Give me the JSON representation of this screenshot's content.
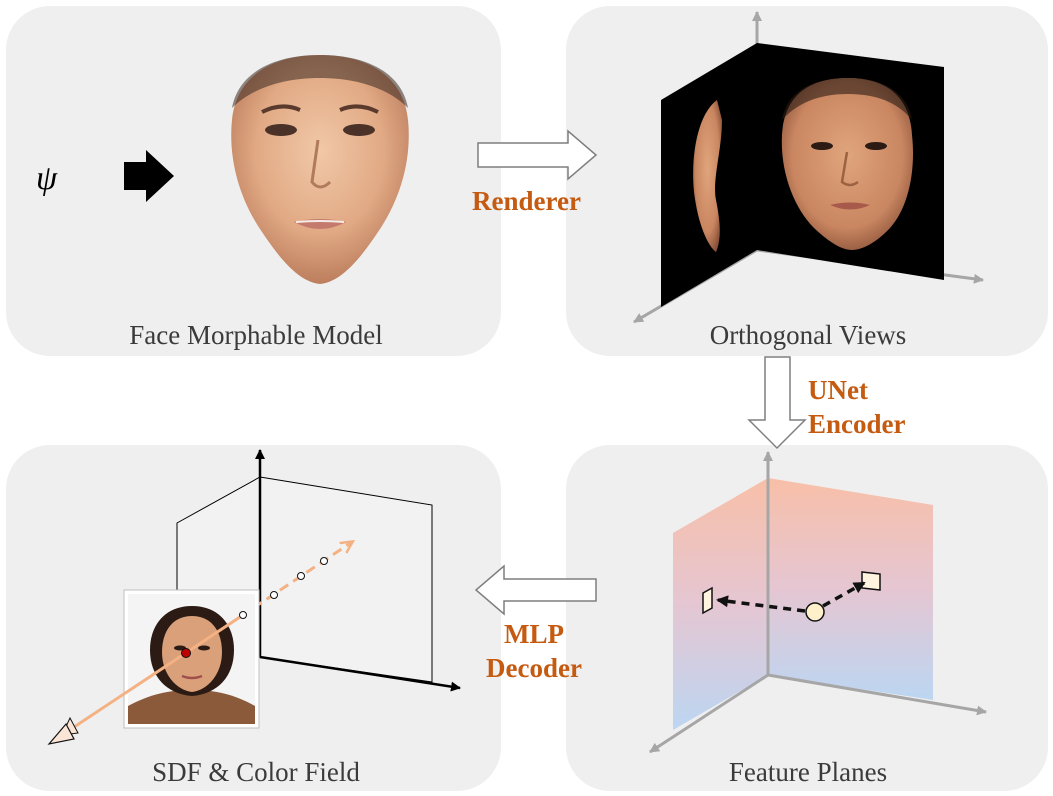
{
  "panels": {
    "face_model": {
      "caption": "Face Morphable Model",
      "input_symbol": "ψ"
    },
    "orthogonal_views": {
      "caption": "Orthogonal Views"
    },
    "feature_planes": {
      "caption": "Feature Planes"
    },
    "sdf_color": {
      "caption": "SDF & Color Field"
    }
  },
  "steps": {
    "renderer": "Renderer",
    "unet_line1": "UNet",
    "unet_line2": "Encoder",
    "mlp_line1": "MLP",
    "mlp_line2": "Decoder"
  },
  "colors": {
    "accent": "#c55a11",
    "panel_bg": "#efefef",
    "caption": "#3b3b3b",
    "axis": "#a6a6a6",
    "ray": "#f4b183",
    "plane_warm": "#f8c0ad",
    "plane_cool": "#bcd6f2",
    "sample_point": "#c00000"
  },
  "icons": [
    "arrow-right-icon",
    "hollow-arrow-right-icon",
    "hollow-arrow-down-icon",
    "hollow-arrow-left-icon"
  ]
}
